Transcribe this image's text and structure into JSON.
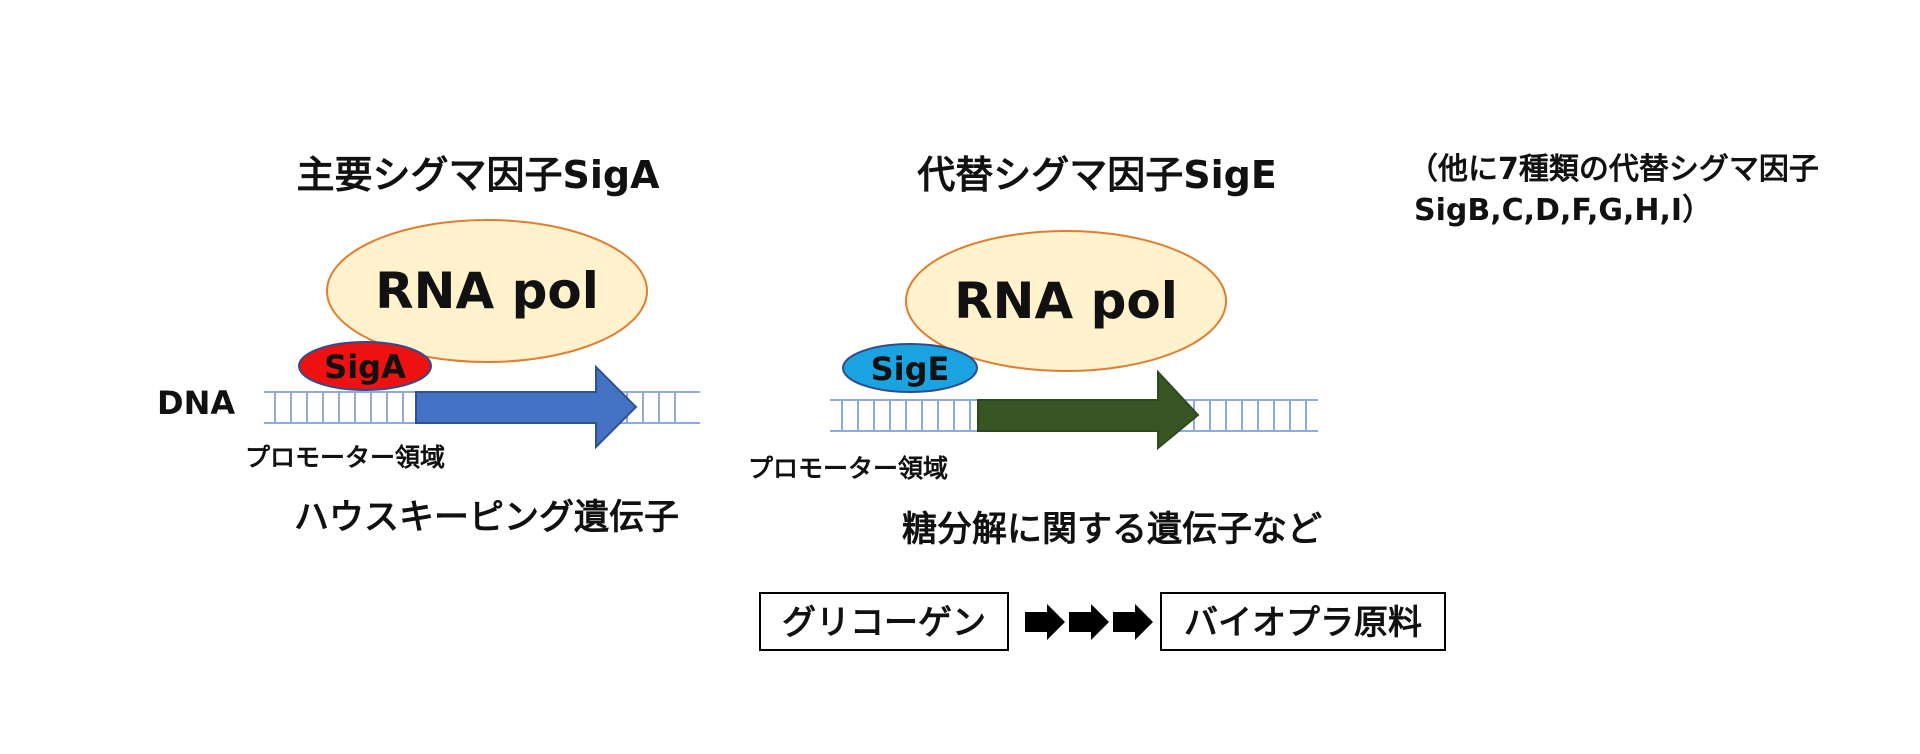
{
  "left_panel": {
    "title": "主要シグマ因子SigA",
    "polymerase": "RNA pol",
    "sigma": "SigA",
    "dna": "DNA",
    "promoter": "プロモーター領域",
    "gene_class": "ハウスキーピング遺伝子"
  },
  "right_panel": {
    "title": "代替シグマ因子SigE",
    "polymerase": "RNA pol",
    "sigma": "SigE",
    "promoter": "プロモーター領域",
    "gene_class": "糖分解に関する遺伝子など"
  },
  "note": {
    "line1": "（他に7種類の代替シグマ因子",
    "line2": "SigB,C,D,F,G,H,I）"
  },
  "pathway": {
    "from": "グリコーゲン",
    "to": "バイオプラ原料"
  },
  "colors": {
    "polymerase_fill": "#FFF2CC",
    "polymerase_stroke": "#E07E2E",
    "siga_fill": "#EE1111",
    "sige_fill": "#1AA3E0",
    "sigma_stroke": "#2F4D8C",
    "gene_arrow_left": "#4472C4",
    "gene_arrow_right": "#375623",
    "dna_stroke": "#8FAADC",
    "pathway_arrow": "#000000"
  }
}
